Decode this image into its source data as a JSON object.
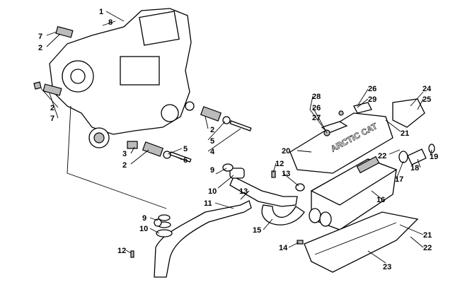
{
  "diagram": {
    "callouts": [
      "1",
      "8",
      "7",
      "2",
      "2",
      "7",
      "2",
      "5",
      "4",
      "3",
      "2",
      "5",
      "6",
      "28",
      "26",
      "27",
      "26",
      "29",
      "24",
      "25",
      "21",
      "20",
      "22",
      "18",
      "19",
      "17",
      "12",
      "13",
      "9",
      "10",
      "13",
      "11",
      "16",
      "15",
      "14",
      "9",
      "10",
      "12",
      "21",
      "22",
      "23"
    ],
    "heat_shield_logo": "ARCTIC CAT"
  }
}
